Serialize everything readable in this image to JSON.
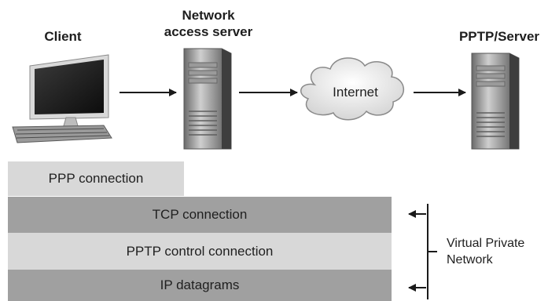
{
  "labels": {
    "client": "Client",
    "nas": "Network\naccess server",
    "pptp_server": "PPTP/Server",
    "internet": "Internet"
  },
  "layers": {
    "ppp": "PPP connection",
    "tcp": "TCP connection",
    "pptp_control": "PPTP control connection",
    "ip": "IP datagrams"
  },
  "vpn_label": "Virtual Private\nNetwork"
}
